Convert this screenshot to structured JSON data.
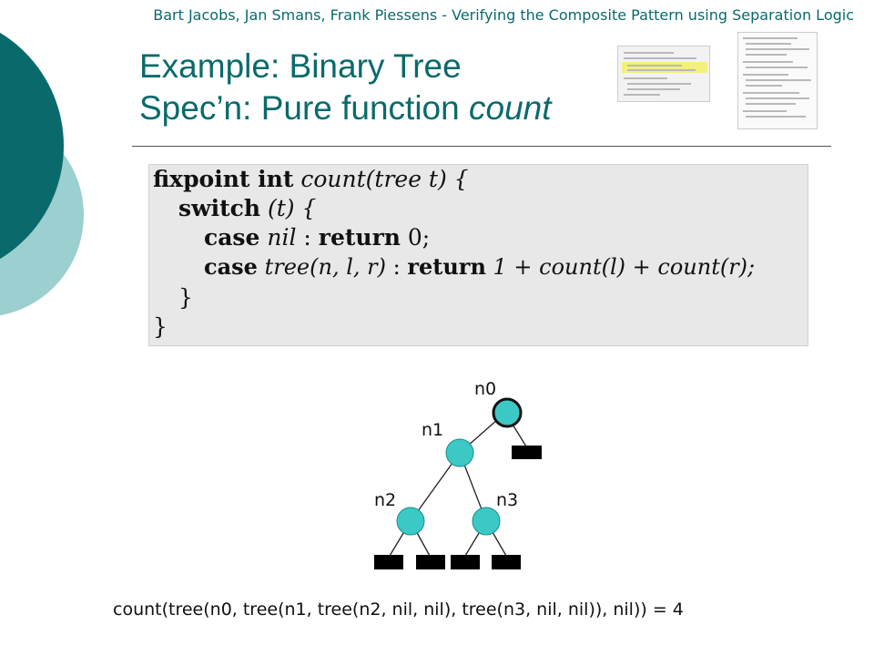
{
  "header": {
    "authors_title": "Bart Jacobs, Jan Smans, Frank Piessens - Verifying the Composite Pattern using Separation Logic"
  },
  "slide": {
    "title_line1": "Example: Binary Tree",
    "title_line2_prefix": "Spec’n: Pure function ",
    "title_line2_emph": "count"
  },
  "code": {
    "l1_kw": "fixpoint int",
    "l1_rest": "count(tree t) {",
    "l2_kw": "switch",
    "l2_rest": "(t) {",
    "l3_kw": "case",
    "l3_var": "nil",
    "l3_colon": ":",
    "l3_kw2": "return",
    "l3_rest": "0;",
    "l4_kw": "case",
    "l4_var": "tree(n, l, r)",
    "l4_colon": ":",
    "l4_kw2": "return",
    "l4_rest": "1 + count(l) + count(r);",
    "l5": "}",
    "l6": "}"
  },
  "tree": {
    "n0": "n0",
    "n1": "n1",
    "n2": "n2",
    "n3": "n3",
    "node_fill": "#3cc9c6"
  },
  "result": "count(tree(n0, tree(n1, tree(n2, nil, nil), tree(n3, nil, nil)), nil)) = 4",
  "colors": {
    "accent": "#0a6a6b",
    "accent_light": "#9ccfcf"
  }
}
